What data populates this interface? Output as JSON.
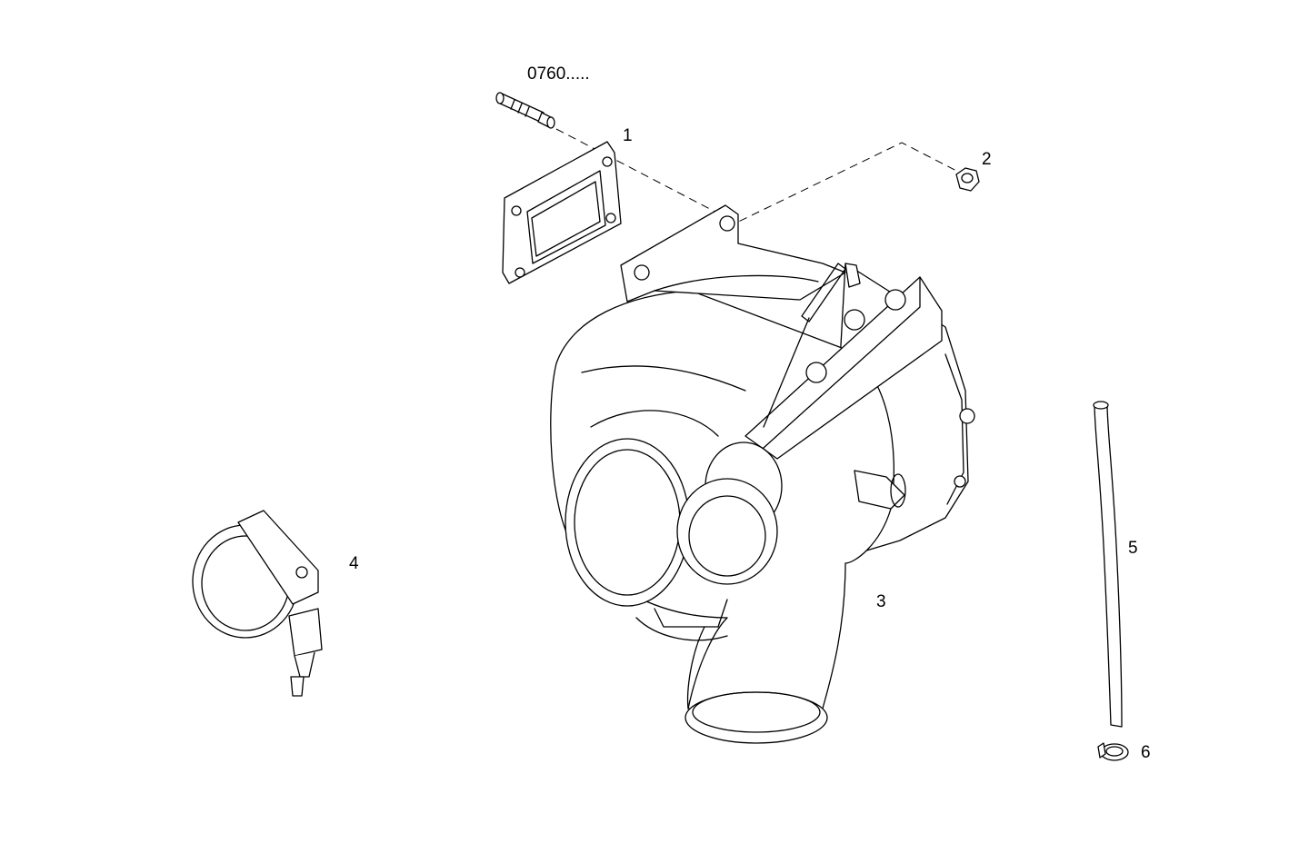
{
  "diagram": {
    "ref_code": "0760.....",
    "callouts": [
      {
        "id": "1",
        "text": "1",
        "part": "gasket"
      },
      {
        "id": "2",
        "text": "2",
        "part": "nut"
      },
      {
        "id": "3",
        "text": "3",
        "part": "turbocharger"
      },
      {
        "id": "4",
        "text": "4",
        "part": "v-band-clamp"
      },
      {
        "id": "5",
        "text": "5",
        "part": "hose"
      },
      {
        "id": "6",
        "text": "6",
        "part": "hose-clip"
      }
    ]
  }
}
